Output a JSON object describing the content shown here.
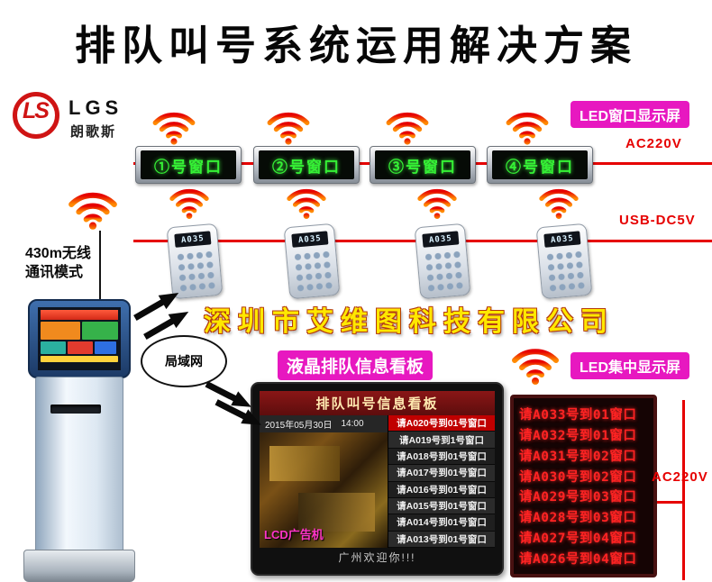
{
  "colors": {
    "accent_magenta": "#e718c0",
    "line_red": "#e60000",
    "led_green": "#35f135",
    "led_red": "#ff2323",
    "company_yellow": "#ffe800"
  },
  "title": "排队叫号系统运用解决方案",
  "logo": {
    "name": "LGS",
    "cn": "朗歌斯",
    "monogram": "LS"
  },
  "labels": {
    "led_window": "LED窗口显示屏",
    "ac220v_top": "AC220V",
    "usb_dc5v": "USB-DC5V",
    "wireless_line1": "430m无线",
    "wireless_line2": "通讯模式",
    "company": "深圳市艾维图科技有限公司",
    "lan": "局域网",
    "lcd_panel": "液晶排队信息看板",
    "led_central": "LED集中显示屏",
    "ac220v_bottom": "AC220V"
  },
  "window_displays": [
    "①号窗口",
    "②号窗口",
    "③号窗口",
    "④号窗口"
  ],
  "pagers": [
    "A035",
    "A035",
    "A035",
    "A035"
  ],
  "lcd": {
    "header": "排队叫号信息看板",
    "date": "2015年05月30日",
    "time": "14:00",
    "entries": [
      "请A020号到01号窗口",
      "请A019号到1号窗口",
      "请A018号到01号窗口",
      "请A017号到01号窗口",
      "请A016号到01号窗口",
      "请A015号到01号窗口",
      "请A014号到01号窗口",
      "请A013号到01号窗口"
    ],
    "watermark": "LCD广告机",
    "footer": "广州欢迎你!!!"
  },
  "led_board": {
    "lines": [
      "请A033号到01窗口",
      "请A032号到01窗口",
      "请A031号到02窗口",
      "请A030号到02窗口",
      "请A029号到03窗口",
      "请A028号到03窗口",
      "请A027号到04窗口",
      "请A026号到04窗口"
    ]
  }
}
